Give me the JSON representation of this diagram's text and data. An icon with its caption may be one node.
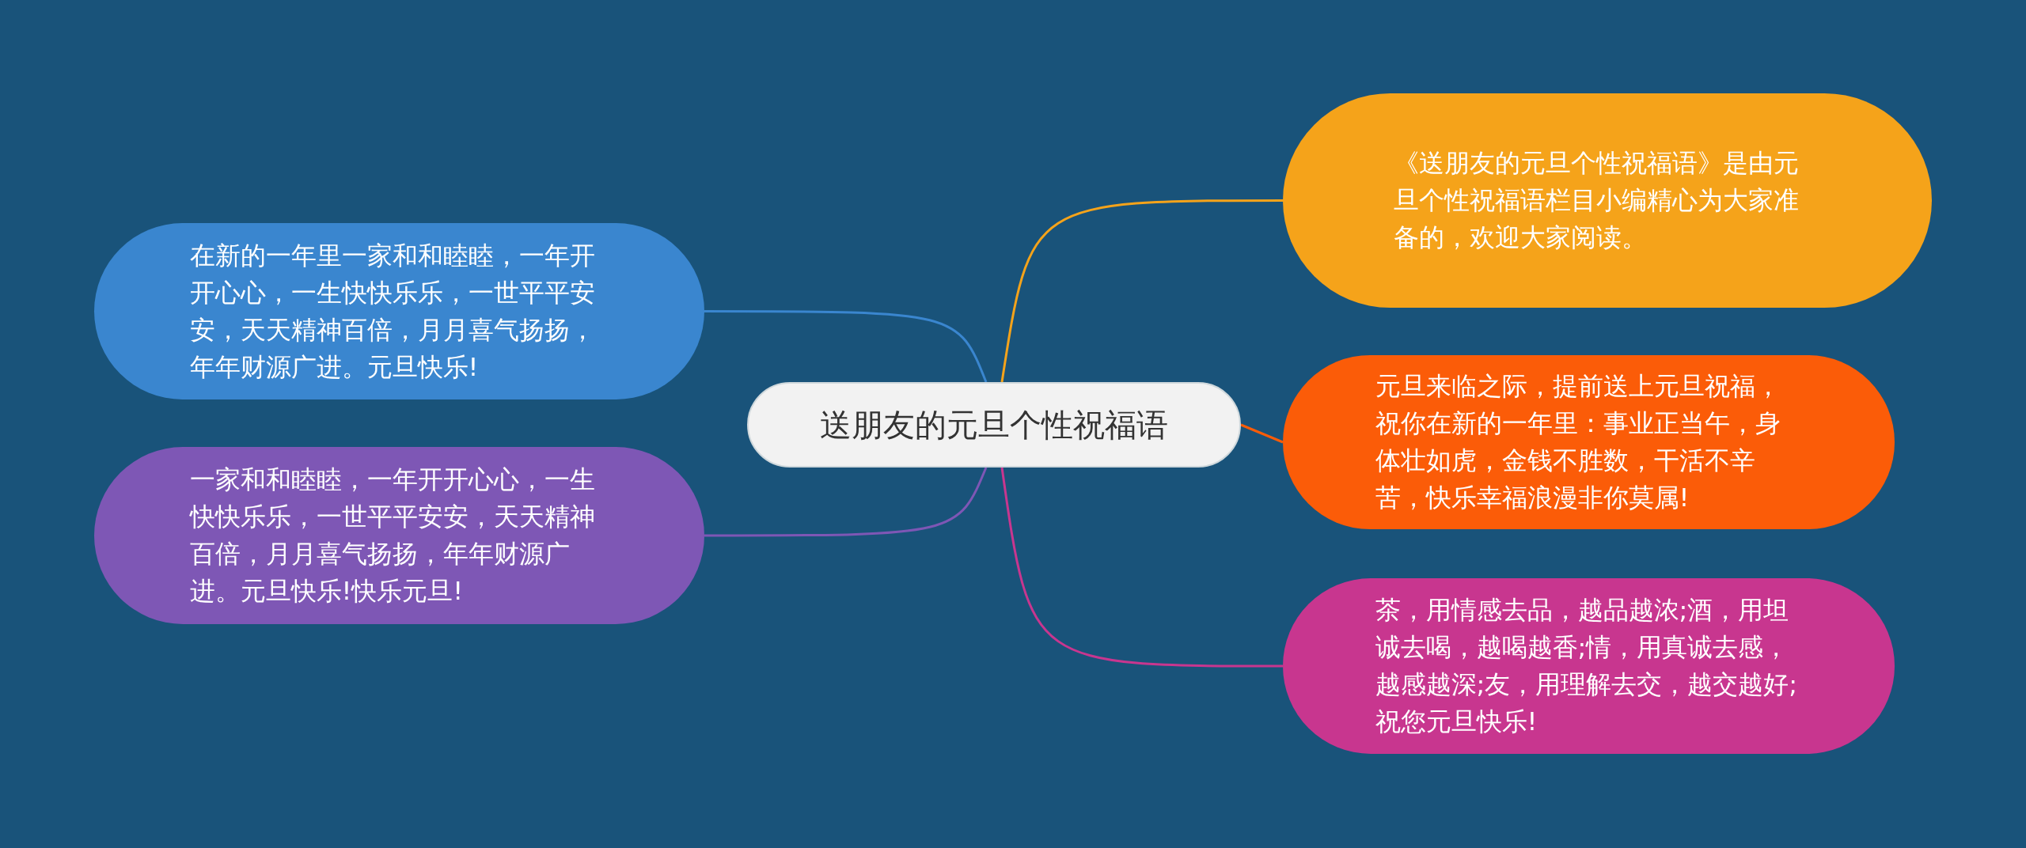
{
  "diagram": {
    "nodes": [
      {
        "text": [
          "送朋友的元旦个性祝福语"
        ]
      },
      {
        "text": [
          "在新的一年里一家和和睦睦，一年开开心心，一生快快乐乐，一世平平安安，天天精神百倍，月月喜气扬扬，年年财源广进。元旦快乐!"
        ]
      },
      {
        "text": [
          "一家和和睦睦，一年开开心心，一生快快乐乐，一世平平安安，天天精神百倍，月月喜气扬扬，年年财源广进。元旦快乐!快乐元旦!"
        ]
      },
      {
        "text": [
          "《送朋友的元旦个性祝福语》是由元旦个性祝福语栏目小编精心为大家准备的，欢迎大家阅读。"
        ]
      },
      {
        "text": [
          "元旦来临之际，提前送上元旦祝福，祝你在新的一年里：事业正当午，身体壮如虎，金钱不胜数，干活不辛苦，快乐幸福浪漫非你莫属!"
        ]
      },
      {
        "text": [
          "茶，用情感去品，越品越浓;酒，用坦诚去喝，越喝越香;情，用真诚去感，越感越深;友，用理解去交，越交越好;祝您元旦快乐!"
        ]
      }
    ],
    "edges": [
      {
        "from": 0,
        "to": 1,
        "arrow": "none",
        "color": "#3a86cf"
      },
      {
        "from": 0,
        "to": 2,
        "arrow": "none",
        "color": "#7e57b5"
      },
      {
        "from": 0,
        "to": 3,
        "arrow": "none",
        "color": "#f5a31a"
      },
      {
        "from": 0,
        "to": 4,
        "arrow": "none",
        "color": "#fb5c08"
      },
      {
        "from": 0,
        "to": 5,
        "arrow": "none",
        "color": "#c8368f"
      }
    ]
  }
}
